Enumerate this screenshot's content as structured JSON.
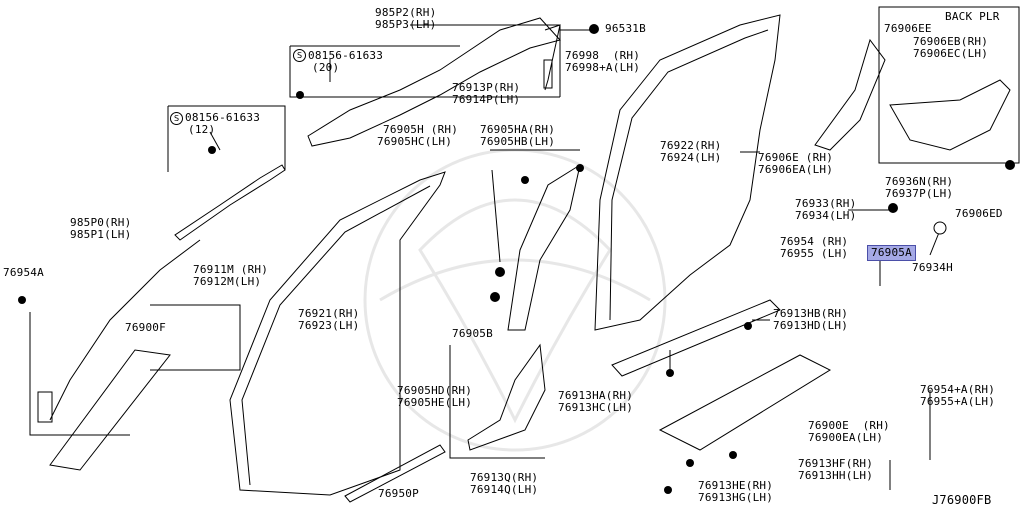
{
  "labels": {
    "p985P2": "985P2(RH)",
    "p985P3": "985P3(LH)",
    "p96531B": "96531B",
    "p08156_a": "08156-61633",
    "p08156_a_qty": "(20)",
    "p08156_b": "08156-61633",
    "p08156_b_qty": "(12)",
    "p76998": "76998  (RH)",
    "p76998A": "76998+A(LH)",
    "p76913P": "76913P(RH)",
    "p76914P": "76914P(LH)",
    "p76905H": "76905H (RH)",
    "p76905HC": "76905HC(LH)",
    "p76905HA": "76905HA(RH)",
    "p76905HB": "76905HB(LH)",
    "p76922": "76922(RH)",
    "p76924": "76924(LH)",
    "back_plr": "BACK PLR",
    "p76906EE": "76906EE",
    "p76906EB": "76906EB(RH)",
    "p76906EC": "76906EC(LH)",
    "p76906E": "76906E (RH)",
    "p76906EA": "76906EA(LH)",
    "p76936N": "76936N(RH)",
    "p76937P": "76937P(LH)",
    "p76906ED": "76906ED",
    "p76933": "76933(RH)",
    "p76934": "76934(LH)",
    "p76954": "76954 (RH)",
    "p76955": "76955 (LH)",
    "p76905A": "76905A",
    "p76934H": "76934H",
    "p985P0": "985P0(RH)",
    "p985P1": "985P1(LH)",
    "p76954A": "76954A",
    "p76911M": "76911M (RH)",
    "p76912M": "76912M(LH)",
    "p76900F": "76900F",
    "p76921": "76921(RH)",
    "p76923": "76923(LH)",
    "p76905B": "76905B",
    "p76913HB": "76913HB(RH)",
    "p76913HD": "76913HD(LH)",
    "p76905HD": "76905HD(RH)",
    "p76905HE": "76905HE(LH)",
    "p76913HA": "76913HA(RH)",
    "p76913HC": "76913HC(LH)",
    "p76954A2": "76954+A(RH)",
    "p76955A2": "76955+A(LH)",
    "p76900E": "76900E  (RH)",
    "p76900EA": "76900EA(LH)",
    "p76913Q": "76913Q(RH)",
    "p76914Q": "76914Q(LH)",
    "p76913HF": "76913HF(RH)",
    "p76913HH": "76913HH(LH)",
    "p76913HE": "76913HE(RH)",
    "p76913HG": "76913HG(LH)",
    "p76950P": "76950P",
    "diagram_id": "J76900FB"
  },
  "screw_symbol": "S",
  "colors": {
    "highlight": "#a5a9e6",
    "line": "#000000",
    "background": "#ffffff"
  }
}
